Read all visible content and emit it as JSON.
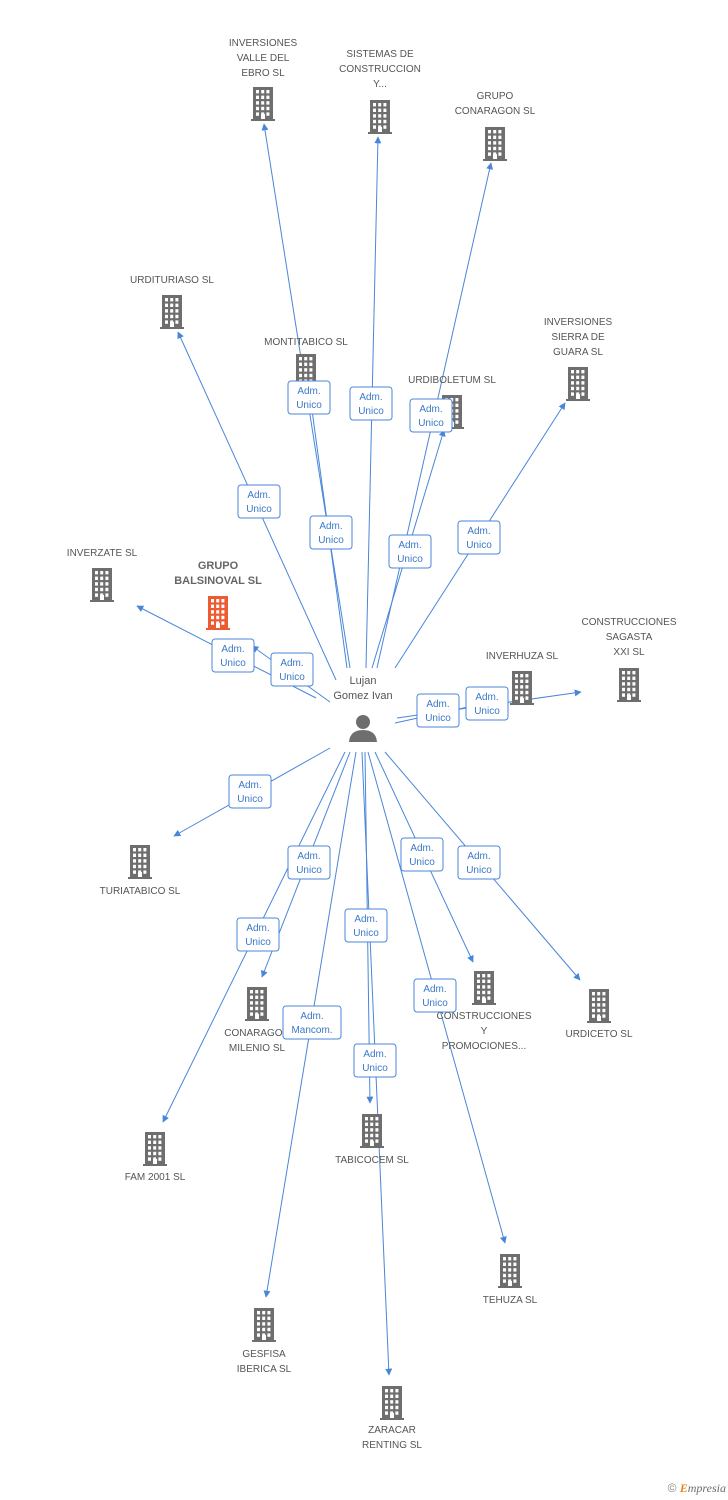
{
  "person": {
    "name_lines": [
      "Lujan",
      "Gomez Ivan"
    ],
    "icon": "person-icon"
  },
  "companies": [
    {
      "id": "inversiones-valle-del-ebro",
      "lines": [
        "INVERSIONES",
        "VALLE DEL",
        "EBRO SL"
      ],
      "icon": "building-icon"
    },
    {
      "id": "sistemas-de-construccion",
      "lines": [
        "SISTEMAS DE",
        "CONSTRUCCION",
        "Y..."
      ],
      "icon": "building-icon"
    },
    {
      "id": "grupo-conaragon",
      "lines": [
        "GRUPO",
        "CONARAGON SL"
      ],
      "icon": "building-icon"
    },
    {
      "id": "urdituriaso",
      "lines": [
        "URDITURIASO SL"
      ],
      "icon": "building-icon"
    },
    {
      "id": "montitabico",
      "lines": [
        "MONTITABICO SL"
      ],
      "icon": "building-icon"
    },
    {
      "id": "urdiboletum",
      "lines": [
        "URDIBOLETUM SL"
      ],
      "icon": "building-icon"
    },
    {
      "id": "inversiones-sierra-de-guara",
      "lines": [
        "INVERSIONES",
        "SIERRA DE",
        "GUARA SL"
      ],
      "icon": "building-icon"
    },
    {
      "id": "inverzate",
      "lines": [
        "INVERZATE SL"
      ],
      "icon": "building-icon"
    },
    {
      "id": "grupo-balsinoval",
      "lines": [
        "GRUPO",
        "BALSINOVAL SL"
      ],
      "icon": "building-icon",
      "focus": true
    },
    {
      "id": "construcciones-sagasta",
      "lines": [
        "CONSTRUCCIONES",
        "SAGASTA",
        "XXI SL"
      ],
      "icon": "building-icon"
    },
    {
      "id": "inverhuza",
      "lines": [
        "INVERHUZA SL"
      ],
      "icon": "building-icon"
    },
    {
      "id": "turiatabico",
      "lines": [
        "TURIATABICO SL"
      ],
      "icon": "building-icon"
    },
    {
      "id": "conaragon-milenio",
      "lines": [
        "CONARAGON",
        "MILENIO SL"
      ],
      "icon": "building-icon"
    },
    {
      "id": "construcciones-y-promociones",
      "lines": [
        "CONSTRUCCIONES",
        "Y",
        "PROMOCIONES..."
      ],
      "icon": "building-icon"
    },
    {
      "id": "urdiceto",
      "lines": [
        "URDICETO SL"
      ],
      "icon": "building-icon"
    },
    {
      "id": "fam-2001",
      "lines": [
        "FAM 2001 SL"
      ],
      "icon": "building-icon"
    },
    {
      "id": "tabicocem",
      "lines": [
        "TABICOCEM SL"
      ],
      "icon": "building-icon"
    },
    {
      "id": "tehuza",
      "lines": [
        "TEHUZA SL"
      ],
      "icon": "building-icon"
    },
    {
      "id": "gesfisa-iberica",
      "lines": [
        "GESFISA",
        "IBERICA SL"
      ],
      "icon": "building-icon"
    },
    {
      "id": "zaracar-renting",
      "lines": [
        "ZARACAR",
        "RENTING SL"
      ],
      "icon": "building-icon"
    }
  ],
  "edges": [
    {
      "to": "inversiones-valle-del-ebro",
      "label": [
        "Adm.",
        "Unico"
      ]
    },
    {
      "to": "sistemas-de-construccion",
      "label": [
        "Adm.",
        "Unico"
      ]
    },
    {
      "to": "grupo-conaragon",
      "label": [
        "Adm.",
        "Unico"
      ]
    },
    {
      "to": "urdituriaso",
      "label": [
        "Adm.",
        "Unico"
      ]
    },
    {
      "to": "montitabico",
      "label": [
        "Adm.",
        "Unico"
      ]
    },
    {
      "to": "urdiboletum",
      "label": [
        "Adm.",
        "Unico"
      ]
    },
    {
      "to": "inversiones-sierra-de-guara",
      "label": [
        "Adm.",
        "Unico"
      ]
    },
    {
      "to": "inverzate",
      "label": [
        "Adm.",
        "Unico"
      ]
    },
    {
      "to": "grupo-balsinoval",
      "label": [
        "Adm.",
        "Unico"
      ]
    },
    {
      "to": "construcciones-sagasta",
      "label": [
        "Adm.",
        "Unico"
      ]
    },
    {
      "to": "inverhuza",
      "label": [
        "Adm.",
        "Unico"
      ]
    },
    {
      "to": "turiatabico",
      "label": [
        "Adm.",
        "Unico"
      ]
    },
    {
      "to": "conaragon-milenio",
      "label": [
        "Adm.",
        "Unico"
      ]
    },
    {
      "to": "construcciones-y-promociones",
      "label": [
        "Adm.",
        "Unico"
      ]
    },
    {
      "to": "urdiceto",
      "label": [
        "Adm.",
        "Unico"
      ]
    },
    {
      "to": "fam-2001",
      "label": [
        "Adm.",
        "Unico"
      ]
    },
    {
      "to": "tabicocem",
      "label": [
        "Adm.",
        "Unico"
      ]
    },
    {
      "to": "tehuza",
      "label": [
        "Adm.",
        "Unico"
      ]
    },
    {
      "to": "gesfisa-iberica",
      "label": [
        "Adm.",
        "Mancom."
      ]
    },
    {
      "to": "zaracar-renting",
      "label": [
        "Adm.",
        "Unico"
      ]
    }
  ],
  "colors": {
    "edge": "#4a86d8",
    "building": "#6e6e6e",
    "focus_building": "#ee5a32",
    "person": "#6e6e6e"
  },
  "footer": {
    "copyright": "©",
    "brand_initial": "E",
    "brand_rest": "mpresia"
  }
}
